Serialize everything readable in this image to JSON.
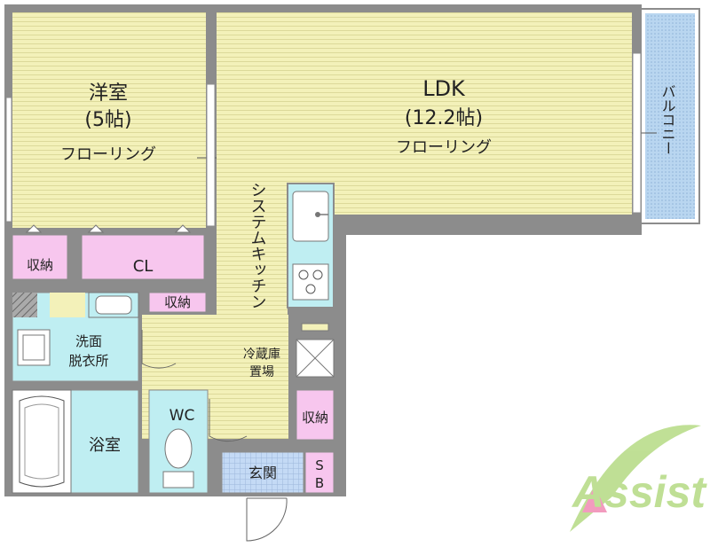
{
  "colors": {
    "wall": "#8c8c8c",
    "floor": "#f3f1b9",
    "floor_line": "#dcd99a",
    "pink": "#f7c6ee",
    "cyan": "#bfeef2",
    "balcony": "#b9d6f0",
    "entrance": "#c4daf5",
    "logo_green": "#8cc63f",
    "logo_pink": "#e84a8a"
  },
  "rooms": {
    "western": {
      "name": "洋室",
      "size": "(5帖)",
      "floor": "フローリング"
    },
    "ldk": {
      "name": "LDK",
      "size": "(12.2帖)",
      "floor": "フローリング"
    },
    "balcony": "バルコニー",
    "kitchen": "システムキッチン",
    "storage1": "収納",
    "closet": "CL",
    "storage2": "収納",
    "washroom_line1": "洗面",
    "washroom_line2": "脱衣所",
    "fridge_line1": "冷蔵庫",
    "fridge_line2": "置場",
    "wc": "WC",
    "storage3": "収納",
    "bath": "浴室",
    "entrance": "玄関",
    "shoebox_s": "S",
    "shoebox_b": "B"
  },
  "logo": "Assist"
}
